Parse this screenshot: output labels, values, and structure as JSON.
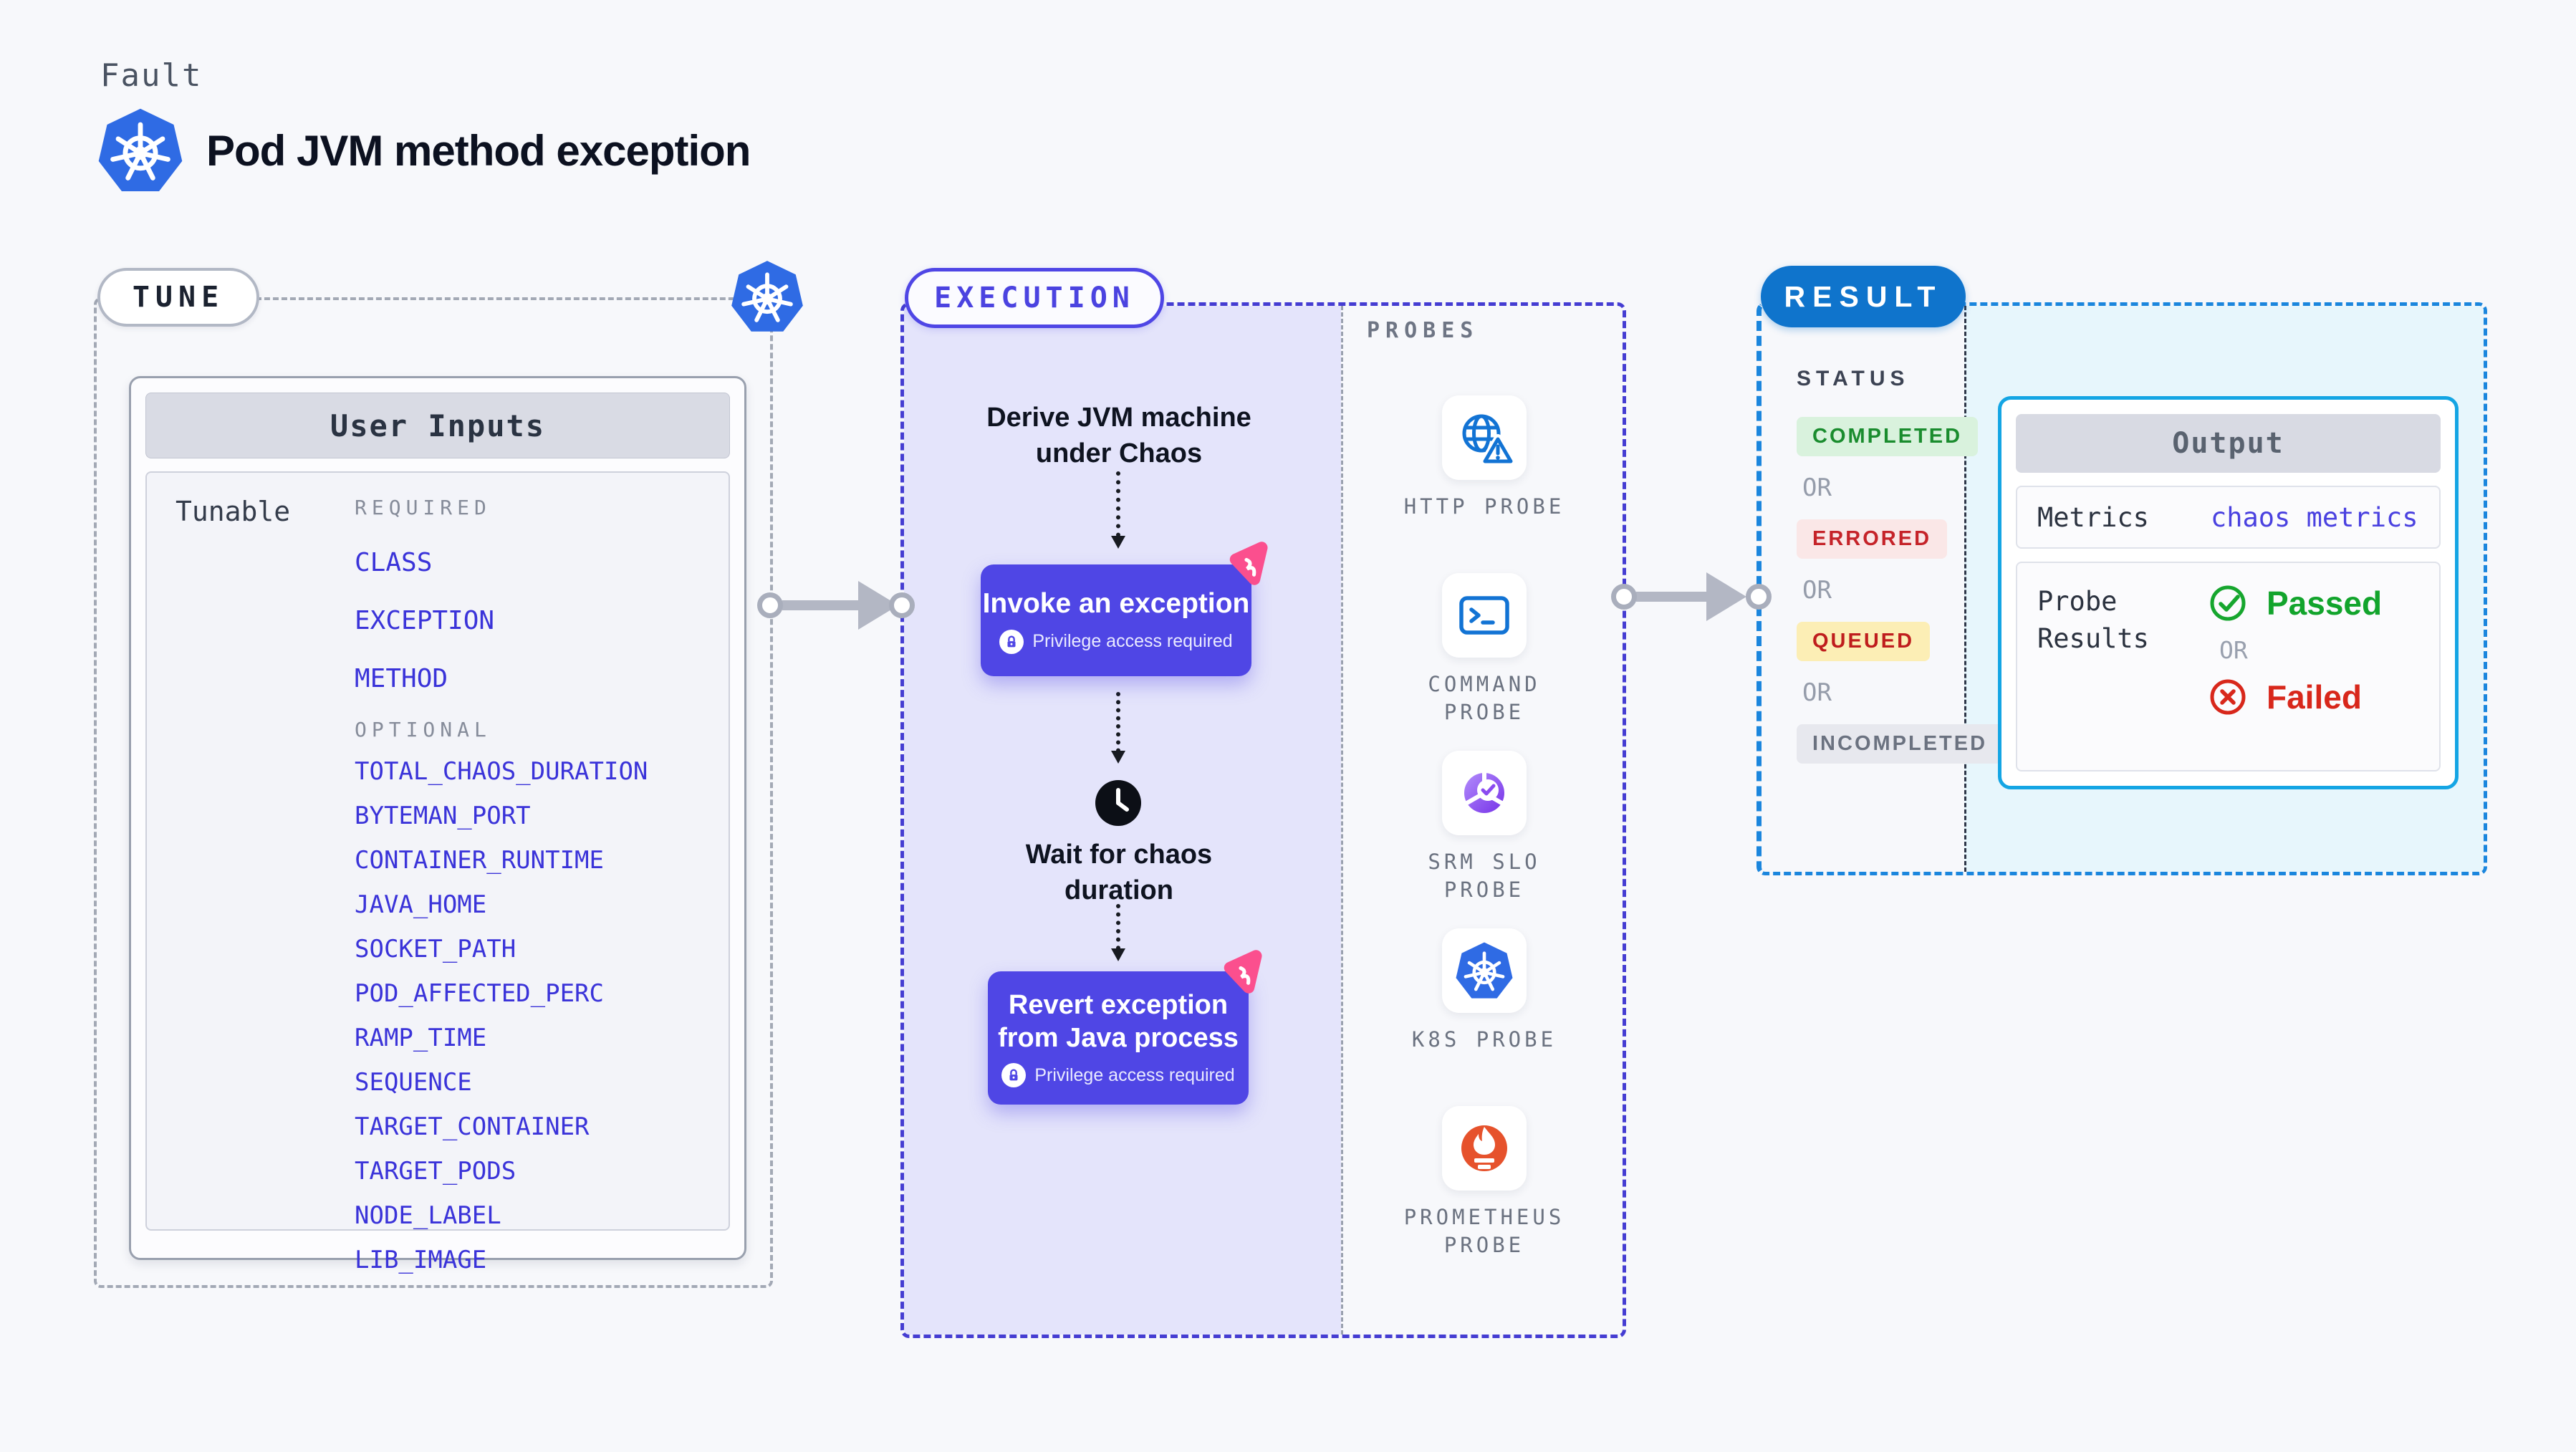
{
  "page": {
    "eyebrow": "Fault",
    "title": "Pod JVM method exception",
    "title_icon": "kubernetes-icon",
    "background_color": "#f7f8fb"
  },
  "tune": {
    "pill_label": "TUNE",
    "corner_icon": "kubernetes-icon",
    "card_title": "User Inputs",
    "row_label": "Tunable",
    "required_heading": "REQUIRED",
    "required_items": [
      "CLASS",
      "EXCEPTION",
      "METHOD"
    ],
    "optional_heading": "OPTIONAL",
    "optional_items": [
      "TOTAL_CHAOS_DURATION",
      "BYTEMAN_PORT",
      "CONTAINER_RUNTIME",
      "JAVA_HOME",
      "SOCKET_PATH",
      "POD_AFFECTED_PERC",
      "RAMP_TIME",
      "SEQUENCE",
      "TARGET_CONTAINER",
      "TARGET_PODS",
      "NODE_LABEL",
      "LIB_IMAGE"
    ],
    "item_color": "#3a33d9"
  },
  "execution": {
    "pill_label": "EXECUTION",
    "accent_color": "#4f46e5",
    "derive_step": "Derive JVM machine\nunder Chaos",
    "invoke": {
      "title": "Invoke an exception",
      "note": "Privilege access required",
      "badge_icon": "lock-icon",
      "corner_icon": "chaos-icon"
    },
    "wait_step": "Wait for chaos\nduration",
    "wait_icon": "clock-icon",
    "revert": {
      "title": "Revert exception\nfrom Java process",
      "note": "Privilege access required",
      "badge_icon": "lock-icon",
      "corner_icon": "chaos-icon"
    }
  },
  "probes": {
    "heading": "PROBES",
    "items": [
      {
        "label": "HTTP PROBE",
        "icon": "globe-alert-icon"
      },
      {
        "label": "COMMAND\nPROBE",
        "icon": "terminal-icon"
      },
      {
        "label": "SRM SLO\nPROBE",
        "icon": "slo-donut-check-icon"
      },
      {
        "label": "K8S PROBE",
        "icon": "kubernetes-icon"
      },
      {
        "label": "PROMETHEUS\nPROBE",
        "icon": "prometheus-flame-icon"
      }
    ]
  },
  "result": {
    "pill_label": "RESULT",
    "pill_color": "#0f74cc",
    "status_heading": "STATUS",
    "or_label": "OR",
    "statuses": [
      {
        "label": "COMPLETED",
        "fg": "#1a8c2e",
        "bg": "#d9f2dd"
      },
      {
        "label": "ERRORED",
        "fg": "#c52329",
        "bg": "#fae7e7"
      },
      {
        "label": "QUEUED",
        "fg": "#bf1d1d",
        "bg": "#fceeb5"
      },
      {
        "label": "INCOMPLETED",
        "fg": "#6b7280",
        "bg": "#e7e8ee"
      }
    ],
    "output": {
      "title": "Output",
      "metrics_label": "Metrics",
      "metrics_value": "chaos metrics",
      "metrics_value_color": "#4a41e0",
      "probe_results_label": "Probe\nResults",
      "passed_label": "Passed",
      "passed_color": "#12a42c",
      "passed_icon": "check-circle-icon",
      "failed_label": "Failed",
      "failed_color": "#d8271b",
      "failed_icon": "x-circle-icon"
    }
  }
}
